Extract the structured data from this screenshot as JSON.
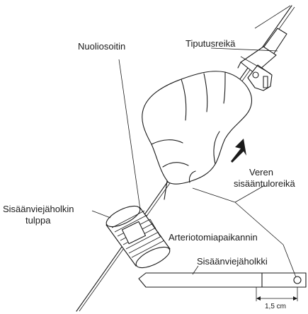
{
  "labels": {
    "arrow_introducer": "Nuoliosoitin",
    "drip_hole": "Tiputusreikä",
    "blood_entry_line1": "Veren",
    "blood_entry_line2": "sisääntuloreikä",
    "sheath_cap_line1": "Sisäänviejäholkin",
    "sheath_cap_line2": "tulppa",
    "arteriotomy_locator": "Arteriotomiapaikannin",
    "introducer_sheath": "Sisäänviejäholkki",
    "distance": "1,5 cm"
  },
  "colors": {
    "ink": "#1a1a1a",
    "fill": "#ffffff",
    "shade": "#d9d9d9"
  },
  "icons": {
    "direction_arrow": "push-down-arrow-icon"
  }
}
